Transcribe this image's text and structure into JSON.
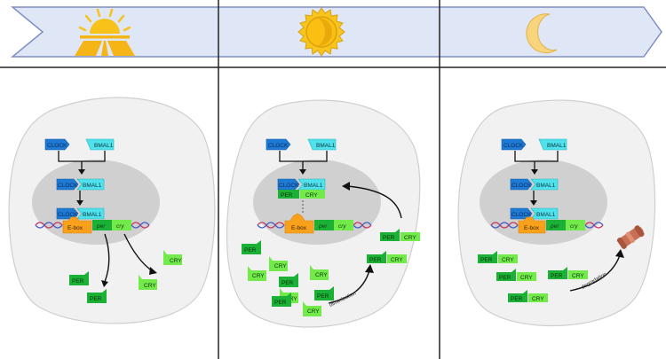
{
  "phases": [
    {
      "name": "sunrise",
      "icon": "sunrise-icon"
    },
    {
      "name": "noon",
      "icon": "sun-icon"
    },
    {
      "name": "night",
      "icon": "moon-icon"
    }
  ],
  "labels": {
    "clock": "CLOCK",
    "bmal1": "BMAL1",
    "per_protein": "PER",
    "cry_protein": "CRY",
    "ebox": "E-box",
    "per_gene": "per",
    "cry_gene": "cry",
    "dimerization": "dimerization",
    "degradation": "degradation"
  },
  "colors": {
    "banner_fill": "#dfe6f6",
    "banner_stroke": "#7f8fc4",
    "cell": "#f1f1f1",
    "nucleus": "#d0d0d0",
    "clock_blue": "#1f7ad4",
    "bmal_cyan": "#4fe2ec",
    "per_green": "#1bb136",
    "cry_green": "#72ea4a",
    "ebox_orange": "#f9a11b",
    "sun_gold": "#f7c21a",
    "moon": "#f8d57c",
    "degradation_brown": "#c77055"
  }
}
